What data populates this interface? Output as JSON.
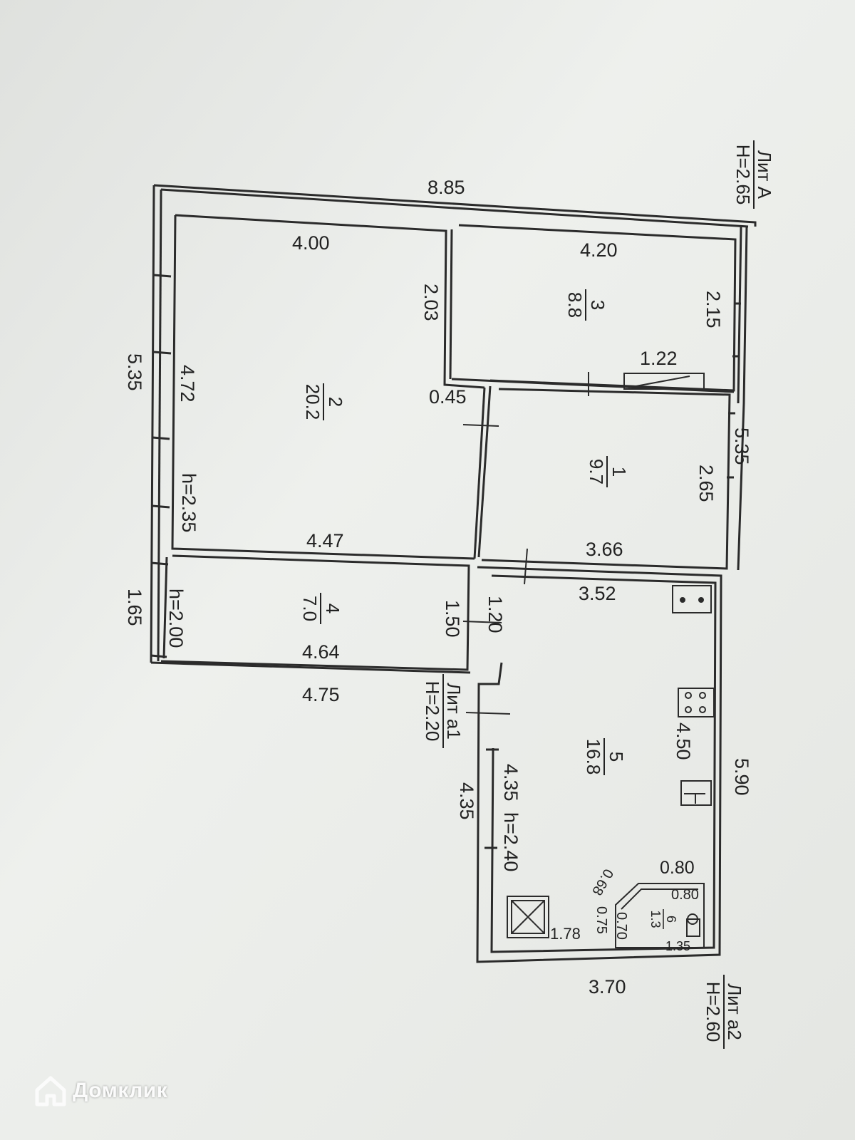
{
  "labels": {
    "lit_a": "Лит А",
    "lit_a_h": "H=2.65",
    "lit_a1": "Лит а1",
    "lit_a1_h": "H=2.20",
    "lit_a2": "Лит а2",
    "lit_a2_h": "H=2.60"
  },
  "rooms": {
    "r1": {
      "num": "1",
      "area": "9.7"
    },
    "r2": {
      "num": "2",
      "area": "20.2"
    },
    "r3": {
      "num": "3",
      "area": "8.8"
    },
    "r4": {
      "num": "4",
      "area": "7.0"
    },
    "r5": {
      "num": "5",
      "area": "16.8"
    },
    "r6": {
      "num": "6",
      "area": "1.3"
    }
  },
  "dims": {
    "top_885": "8.85",
    "r3_420": "4.20",
    "r3_215": "2.15",
    "r2_400": "4.00",
    "r2_203": "2.03",
    "r3_122": "1.22",
    "left_535": "5.35",
    "r2_472": "4.72",
    "r2_h": "h=2.35",
    "d_045": "0.45",
    "right_535": "5.35",
    "r1_265": "2.65",
    "r2_447": "4.47",
    "r1_366": "3.66",
    "r5_352": "3.52",
    "left_165": "1.65",
    "r4_h": "h=2.00",
    "r4_150": "1.50",
    "d_120": "1.20",
    "r4_464": "4.64",
    "bot_475": "4.75",
    "r5_450": "4.50",
    "right_590": "5.90",
    "r5_435": "4.35",
    "r5_h": "h=2.40",
    "outer_435": "4.35",
    "r6_080a": "0.80",
    "r6_068": "0.68",
    "r6_080b": "0.80",
    "r6_070": "0.70",
    "r6_075": "0.75",
    "r6_135": "1.35",
    "r5_178": "1.78",
    "bot_370": "3.70"
  },
  "watermark": {
    "text": "Домклик",
    "icon": "home-logo-icon"
  }
}
